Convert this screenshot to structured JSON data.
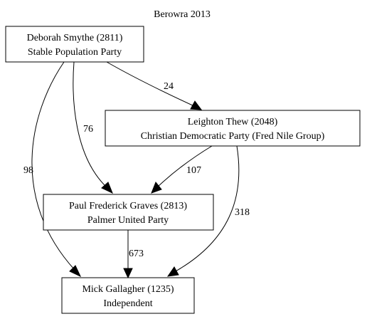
{
  "title": "Berowra 2013",
  "nodes": {
    "smythe": {
      "line1": "Deborah Smythe (2811)",
      "line2": "Stable Population Party"
    },
    "thew": {
      "line1": "Leighton Thew (2048)",
      "line2": "Christian Democratic Party (Fred Nile Group)"
    },
    "graves": {
      "line1": "Paul Frederick Graves (2813)",
      "line2": "Palmer United Party"
    },
    "gallagher": {
      "line1": "Mick Gallagher (1235)",
      "line2": "Independent"
    }
  },
  "edges": {
    "smythe_thew": {
      "from": "smythe",
      "to": "thew",
      "label": "24"
    },
    "smythe_graves": {
      "from": "smythe",
      "to": "graves",
      "label": "76"
    },
    "smythe_gallagher": {
      "from": "smythe",
      "to": "gallagher",
      "label": "98"
    },
    "thew_graves": {
      "from": "thew",
      "to": "graves",
      "label": "107"
    },
    "thew_gallagher": {
      "from": "thew",
      "to": "gallagher",
      "label": "318"
    },
    "graves_gallagher": {
      "from": "graves",
      "to": "gallagher",
      "label": "673"
    }
  }
}
